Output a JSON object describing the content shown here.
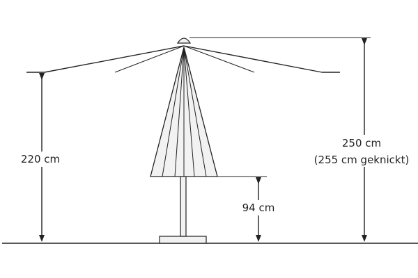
{
  "diagram": {
    "dimensions": {
      "canopy_height": "220 cm",
      "closed_bottom_height": "94 cm",
      "total_height": "250 cm",
      "total_height_tilted": "(255 cm geknickt)"
    },
    "colors": {
      "stroke": "#222222",
      "fill": "#f2f2f2",
      "background": "#ffffff"
    }
  }
}
